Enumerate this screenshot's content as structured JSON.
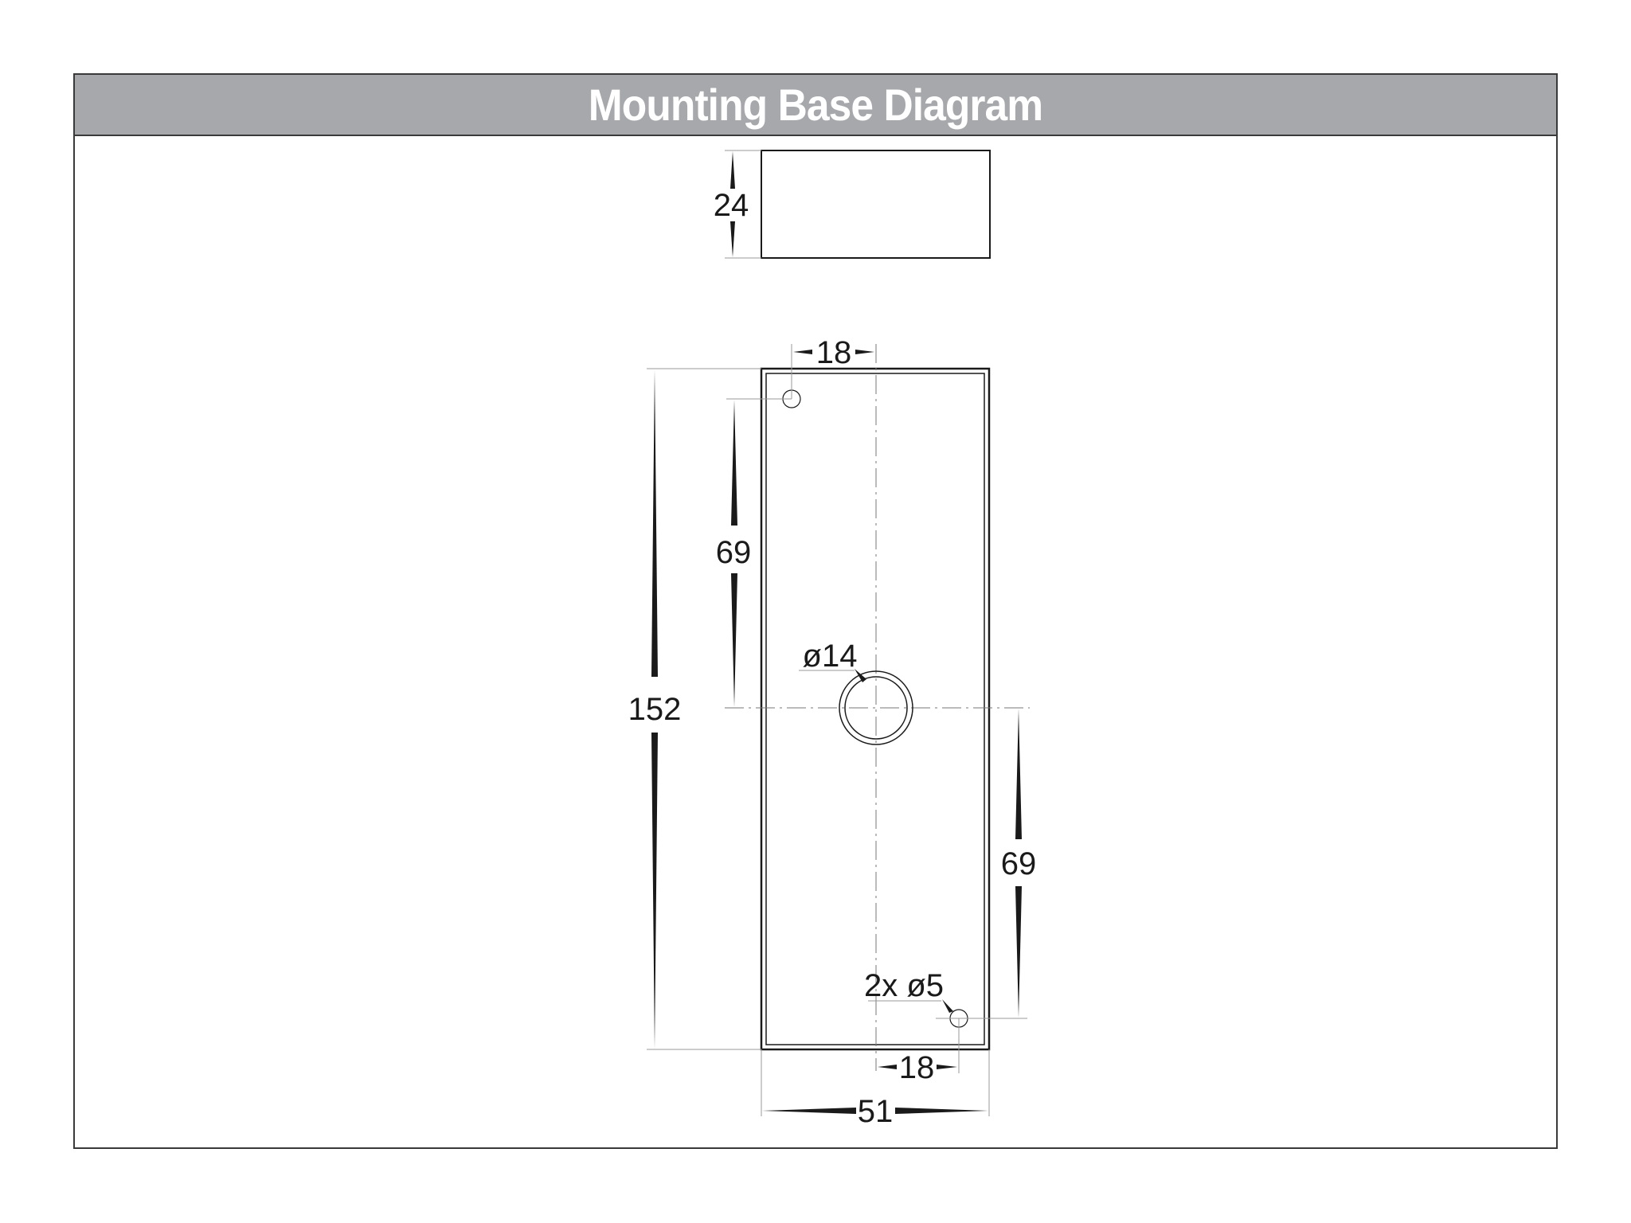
{
  "header": {
    "title": "Mounting Base Diagram"
  },
  "colors": {
    "header_bg": "#a7a8ab",
    "title": "#ffffff",
    "line": "#1a1a1a",
    "extension_line": "#9a9a9a"
  },
  "side_view": {
    "height_dim": "24"
  },
  "plan_view": {
    "top_hole_offset_dim": "18",
    "top_hole_to_center_dim": "69",
    "overall_length_dim": "152",
    "center_hole_dim": "ø14",
    "bottom_hole_to_center_dim": "69",
    "mounting_holes_dim": "2x ø5",
    "bottom_hole_offset_dim": "18",
    "overall_width_dim": "51"
  }
}
